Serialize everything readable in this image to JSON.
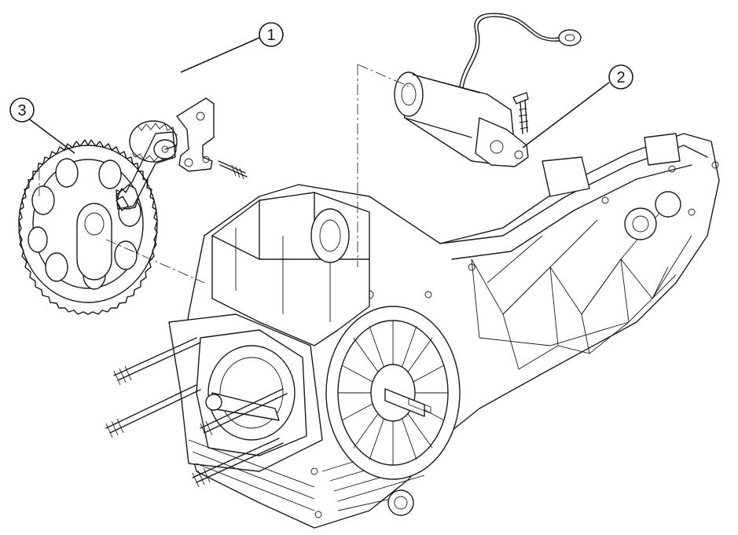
{
  "callouts": [
    {
      "id": "1",
      "label": "1"
    },
    {
      "id": "2",
      "label": "2"
    },
    {
      "id": "3",
      "label": "3"
    }
  ],
  "colors": {
    "line": "#1a1a1a",
    "background": "#ffffff",
    "shade": "#d9d9d9"
  }
}
